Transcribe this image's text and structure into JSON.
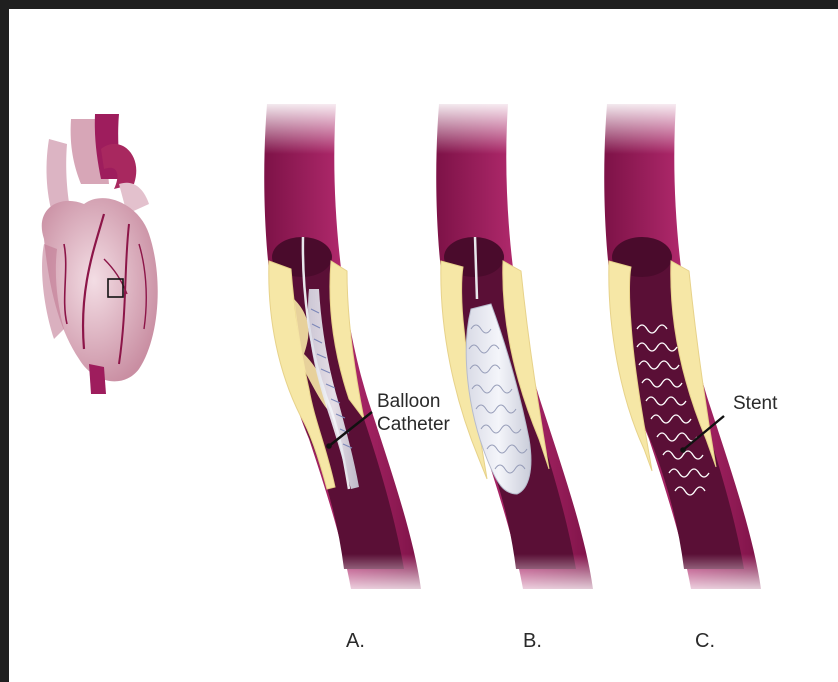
{
  "labels": {
    "balloon_line1": "Balloon",
    "balloon_line2": "Catheter",
    "stent": "Stent"
  },
  "panels": [
    {
      "letter": "A."
    },
    {
      "letter": "B."
    },
    {
      "letter": "C."
    }
  ],
  "colors": {
    "artery_wall": "#9b1b5a",
    "artery_lumen": "#5a0f36",
    "plaque": "#f6e7a6",
    "heart": "#e9c7d2",
    "vessel": "#a0215f",
    "stent_wire": "#ffffff"
  }
}
